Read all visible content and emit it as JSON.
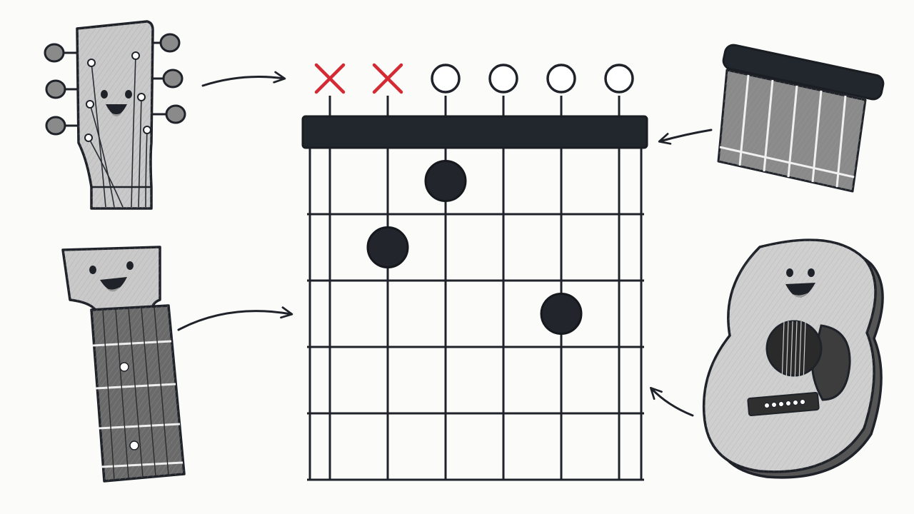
{
  "chord_diagram": {
    "strings": 6,
    "frets": 5,
    "nut": true,
    "string_markers": [
      "muted",
      "muted",
      "open",
      "open",
      "open",
      "open"
    ],
    "finger_positions": [
      {
        "string": 2,
        "fret": 2
      },
      {
        "string": 3,
        "fret": 1
      },
      {
        "string": 5,
        "fret": 3
      }
    ]
  },
  "illustrations": [
    {
      "name": "guitar-headstock",
      "expression": "smiling",
      "points_to": "string-markers"
    },
    {
      "name": "guitar-neck-fretboard",
      "expression": "smiling",
      "points_to": "fretboard-grid"
    },
    {
      "name": "guitar-nut",
      "expression": "none",
      "points_to": "nut"
    },
    {
      "name": "acoustic-guitar-body",
      "expression": "smiling",
      "points_to": "fretboard-grid"
    }
  ],
  "colors": {
    "ink": "#1f2329",
    "muted_marker": "#d42a33",
    "wood_light": "#c9c9c9",
    "wood_dark": "#6e6e6e",
    "background": "#fbfbfa"
  }
}
